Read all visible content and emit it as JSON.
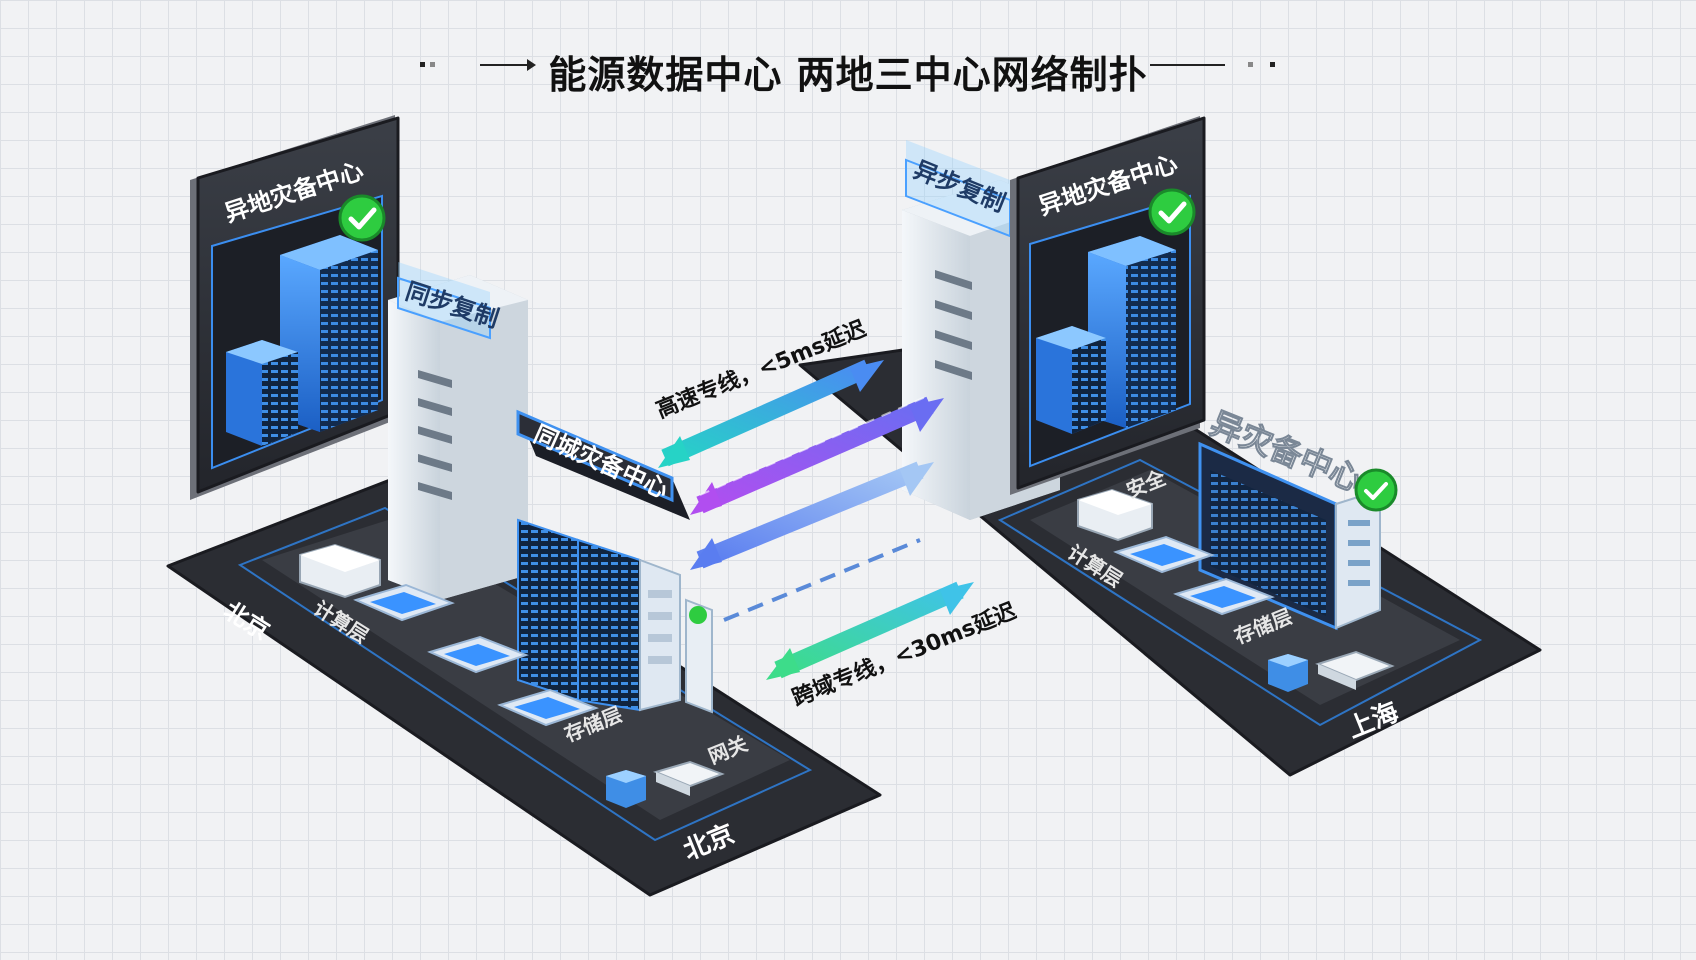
{
  "title": "能源数据中心 两地三中心网络制扑",
  "beijing": {
    "remote_dr_label": "异地灾备中心",
    "sync_repl_label": "同步复制",
    "local_dr_label": "同城灾备中心",
    "city_label_left": "北京",
    "city_label_bottom": "北京",
    "compute_label": "计算层",
    "storage_label": "存储层",
    "gateway_label": "网关"
  },
  "links": {
    "high_speed": "高速专线，<5ms延迟",
    "cross_region": "跨域专线，<30ms延迟"
  },
  "shanghai": {
    "async_repl_label": "异步复制",
    "remote_dr_label": "异地灾备中心",
    "dr_sign_label": "异灾备中心",
    "security_label": "安全",
    "compute_label": "计算层",
    "storage_label": "存储层",
    "city_label": "上海"
  },
  "colors": {
    "accent_blue": "#2f7de0",
    "check_green": "#2ecc40",
    "platform_dark": "#2c2e34"
  }
}
